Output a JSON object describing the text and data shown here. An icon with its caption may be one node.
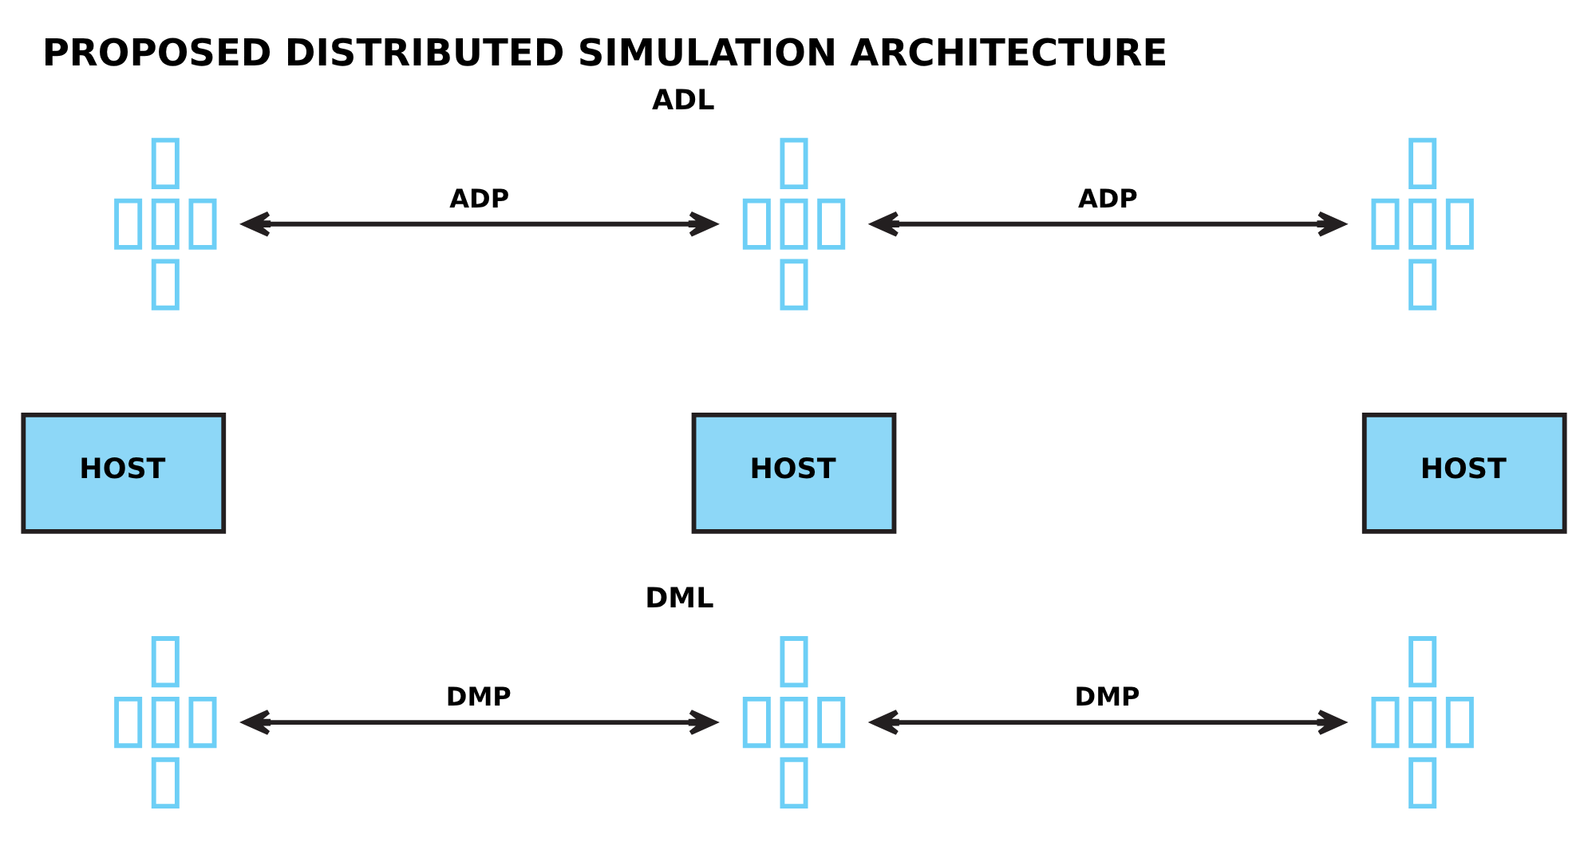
{
  "diagram": {
    "title": "PROPOSED DISTRIBUTED SIMULATION ARCHITECTURE",
    "nodes": [
      {
        "text": [
          "HOST"
        ]
      },
      {
        "text": [
          "HOST"
        ]
      },
      {
        "text": [
          "HOST"
        ]
      },
      {
        "text": [],
        "shape": "picture"
      },
      {
        "text": [],
        "shape": "picture",
        "beside": [
          "ADL"
        ]
      },
      {
        "text": [],
        "shape": "picture"
      },
      {
        "text": [],
        "shape": "picture"
      },
      {
        "text": [],
        "shape": "picture",
        "beside": [
          "DML"
        ]
      },
      {
        "text": [],
        "shape": "picture"
      }
    ],
    "edges": [
      {
        "from": 3,
        "to": 4,
        "arrow": "both",
        "label": "ADP"
      },
      {
        "from": 4,
        "to": 5,
        "arrow": "both",
        "label": "ADP"
      },
      {
        "from": 6,
        "to": 7,
        "arrow": "both",
        "label": "DMP"
      },
      {
        "from": 7,
        "to": 8,
        "arrow": "both",
        "label": "DMP"
      }
    ]
  }
}
